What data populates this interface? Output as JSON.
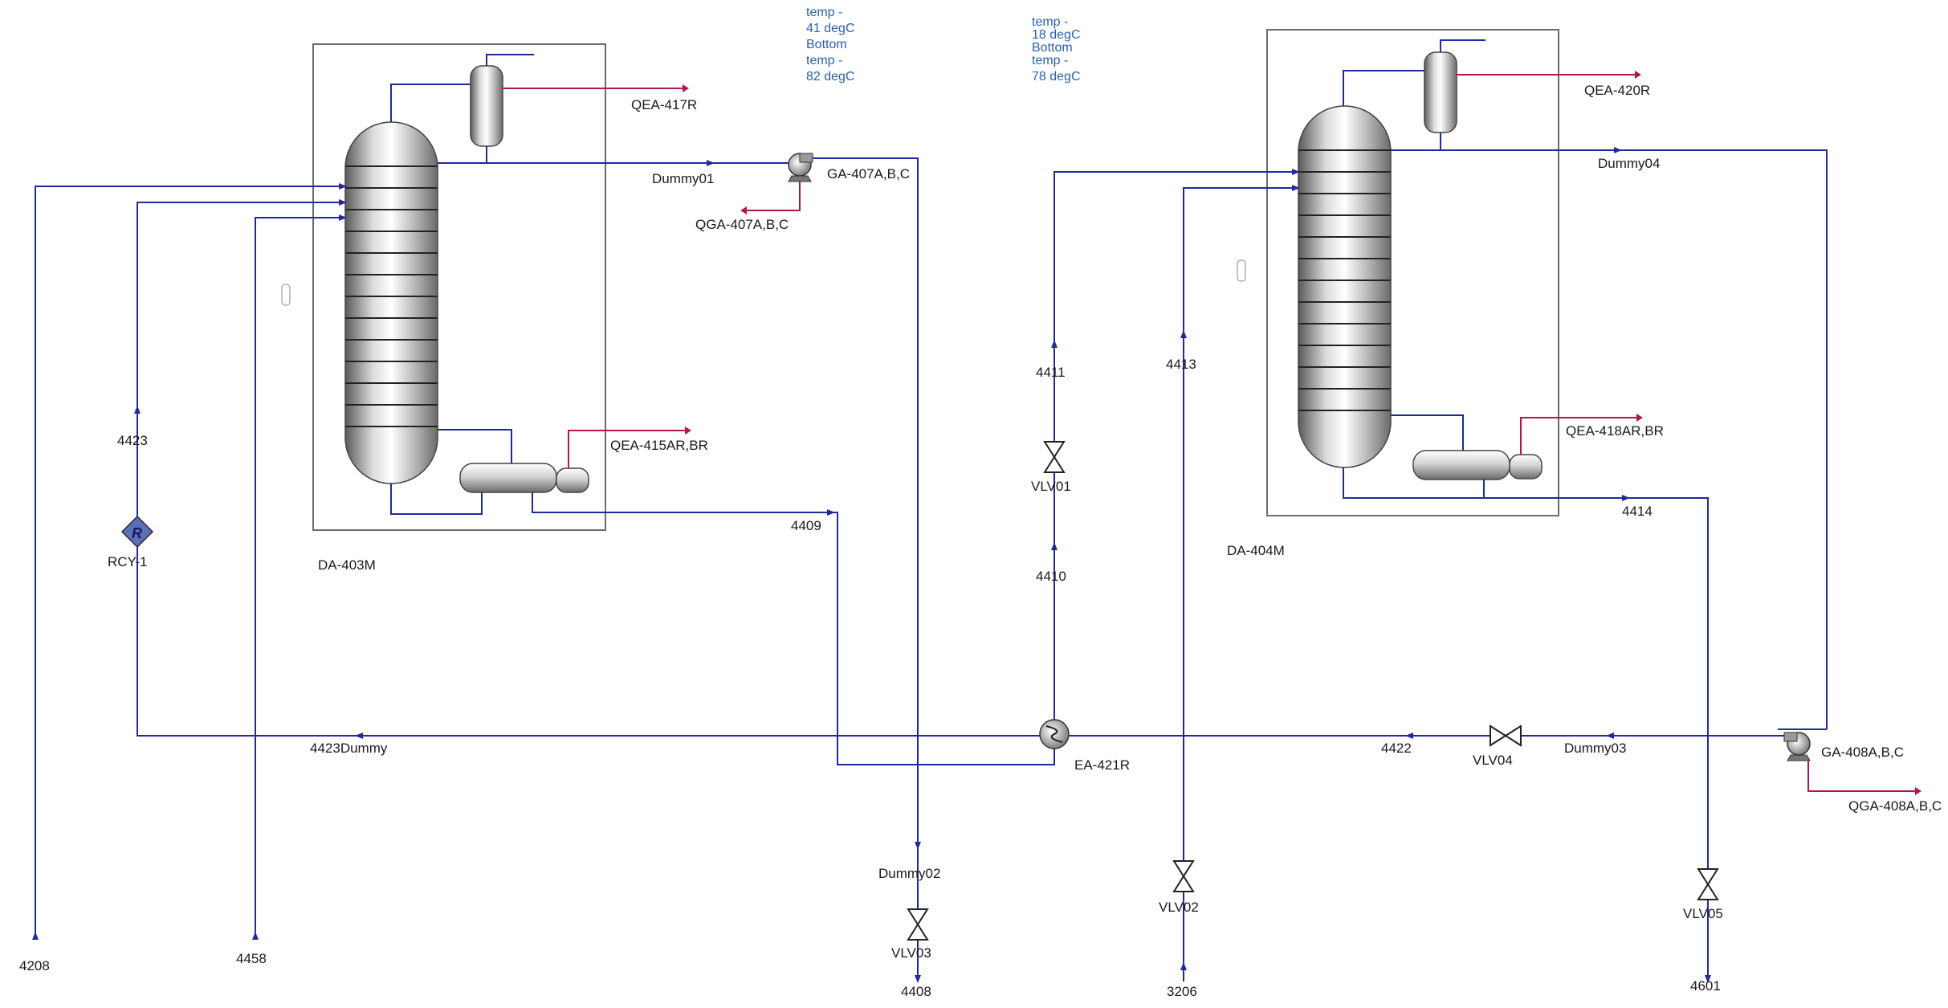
{
  "diagram": {
    "notes": {
      "left": [
        "temp -",
        "41 degC",
        "Bottom",
        "temp -",
        "82 degC"
      ],
      "right": [
        "temp -",
        "18 degC",
        "Bottom",
        "temp -",
        "78 degC"
      ]
    },
    "units": {
      "da403m": "DA-403M",
      "da404m": "DA-404M",
      "ga407": "GA-407A,B,C",
      "ga408": "GA-408A,B,C",
      "ea421r": "EA-421R",
      "rcy1": "RCY-1",
      "vlv01": "VLV01",
      "vlv02": "VLV02",
      "vlv03": "VLV03",
      "vlv04": "VLV04",
      "vlv05": "VLV05"
    },
    "heat_streams": {
      "qea417r": "QEA-417R",
      "qea415": "QEA-415AR,BR",
      "qga407": "QGA-407A,B,C",
      "qea420r": "QEA-420R",
      "qea418": "QEA-418AR,BR",
      "qga408": "QGA-408A,B,C"
    },
    "streams": {
      "s4208": "4208",
      "s4458": "4458",
      "s4423": "4423",
      "s4423dummy": "4423Dummy",
      "s4409": "4409",
      "s4408": "4408",
      "dummy01": "Dummy01",
      "dummy02": "Dummy02",
      "dummy03": "Dummy03",
      "dummy04": "Dummy04",
      "s4411": "4411",
      "s4410": "4410",
      "s4413": "4413",
      "s3206": "3206",
      "s4414": "4414",
      "s4422": "4422",
      "s4601": "4601"
    },
    "colors": {
      "material_stream": "#1f2a9e",
      "heat_stream": "#b01848",
      "note_text": "#2b5fb3",
      "hierarchy_box": "#6b6b6b"
    }
  }
}
